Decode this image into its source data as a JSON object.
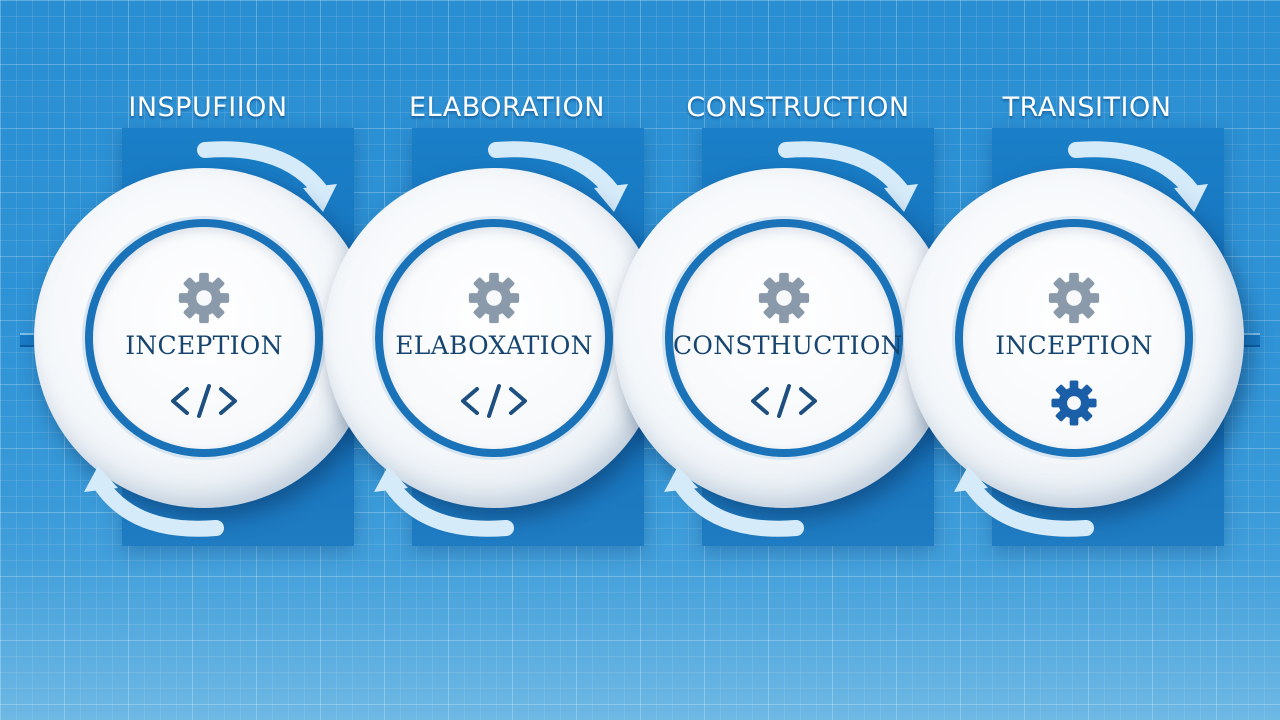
{
  "phases": [
    {
      "title": "INSPUFIION",
      "inner_label": "INCEPTION",
      "top_icon": "gear-icon",
      "bottom_icon": "code-icon"
    },
    {
      "title": "ELABORATION",
      "inner_label": "ELABOXATION",
      "top_icon": "gear-icon",
      "bottom_icon": "code-icon"
    },
    {
      "title": "CONSTRUCTION",
      "inner_label": "CONSTHUCTION",
      "top_icon": "gear-icon",
      "bottom_icon": "code-icon"
    },
    {
      "title": "TRANSITION",
      "inner_label": "INCEPTION",
      "top_icon": "gear-icon",
      "bottom_icon": "gear-icon"
    }
  ],
  "colors": {
    "background": "#2f93d6",
    "panel": "#1570b9",
    "ring_border": "#1a72b8",
    "label_text": "#17456f",
    "gear_gray": "#8a9aab",
    "gear_blue": "#1b5fa8",
    "arrow": "#cfe6f7"
  }
}
